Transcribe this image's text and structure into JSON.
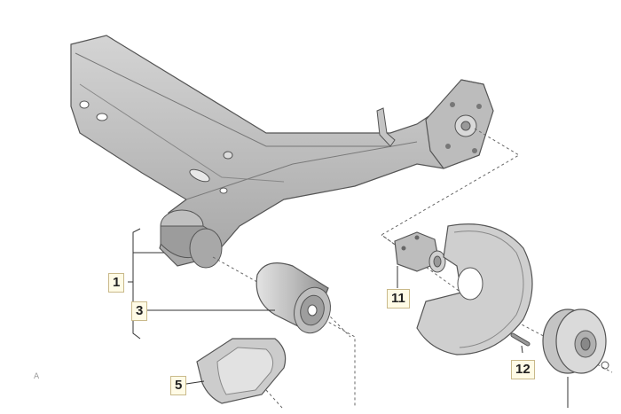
{
  "diagram": {
    "labels": {
      "p1": "1",
      "p3": "3",
      "p5": "5",
      "p11": "11",
      "p12": "12"
    },
    "corner_mark": "A"
  },
  "colors": {
    "part_fill": "#b3b3b3",
    "part_shade": "#8c8c8c",
    "part_light": "#d9d9d9",
    "outline": "#555555",
    "label_bg": "#fffbe6"
  }
}
